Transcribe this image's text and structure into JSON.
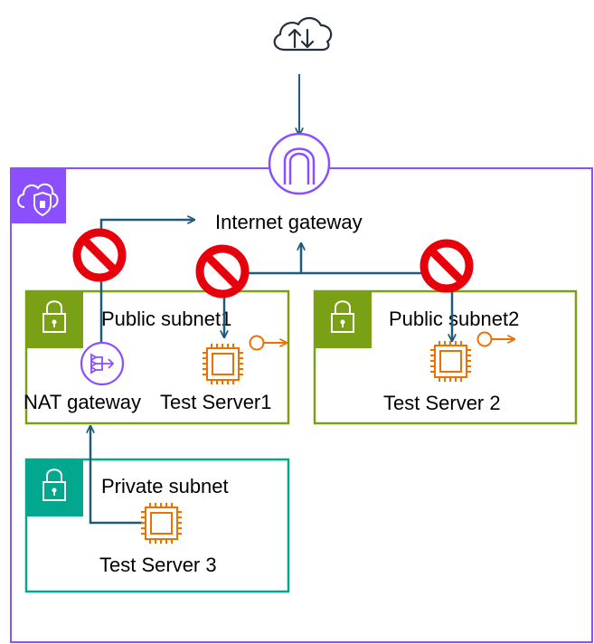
{
  "labels": {
    "internet_gateway": "Internet gateway",
    "public_subnet1": "Public subnet1",
    "public_subnet2": "Public subnet2",
    "private_subnet": "Private subnet",
    "nat_gateway": "NAT gateway",
    "test_server1": "Test Server1",
    "test_server2": "Test Server 2",
    "test_server3": "Test Server 3"
  },
  "icons": {
    "internet": "cloud-upload-download-icon",
    "igw": "internet-gateway-icon",
    "vpc": "vpc-cloud-shield-icon",
    "subnet": "lock-icon",
    "nat": "nat-gateway-icon",
    "server": "ec2-instance-chip-icon",
    "public_ip": "elastic-ip-key-icon",
    "blocked": "prohibited-icon"
  },
  "colors": {
    "vpc_border": "#8C4FFF",
    "public_subnet": "#7AA116",
    "private_subnet": "#01A88D",
    "arrow": "#1F5B7A",
    "server": "#ED7100",
    "prohibited": "#E7000B"
  }
}
